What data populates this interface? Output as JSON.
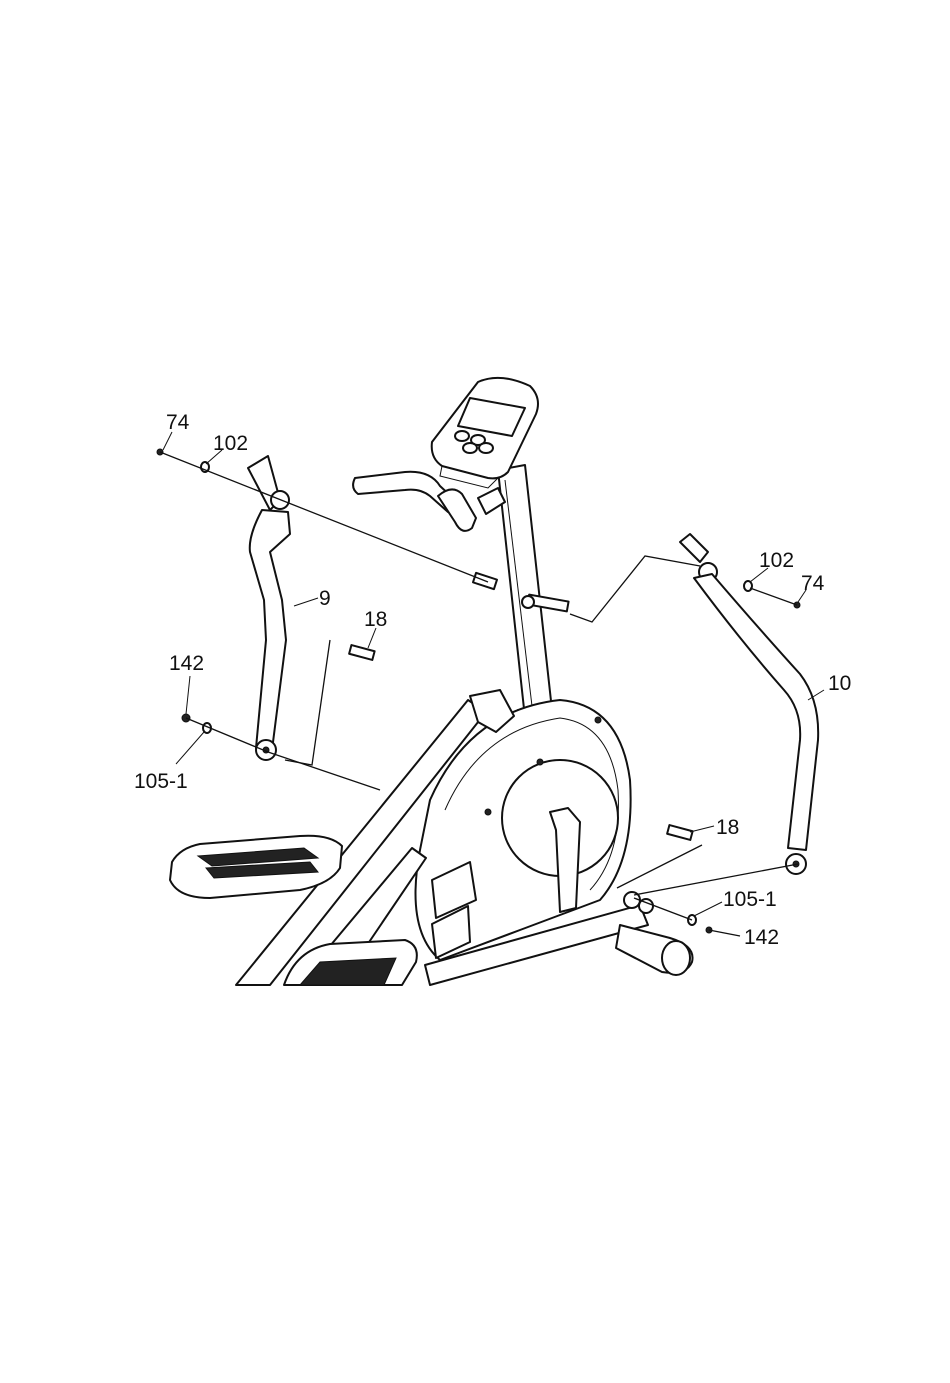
{
  "labels": {
    "l74": "74",
    "l102": "102",
    "l9": "9",
    "l18": "18",
    "l142": "142",
    "l105": "105-1",
    "r102": "102",
    "r74": "74",
    "r10": "10",
    "r18": "18",
    "r105": "105-1",
    "r142": "142"
  },
  "colors": {
    "line": "#111111",
    "background": "#ffffff"
  }
}
